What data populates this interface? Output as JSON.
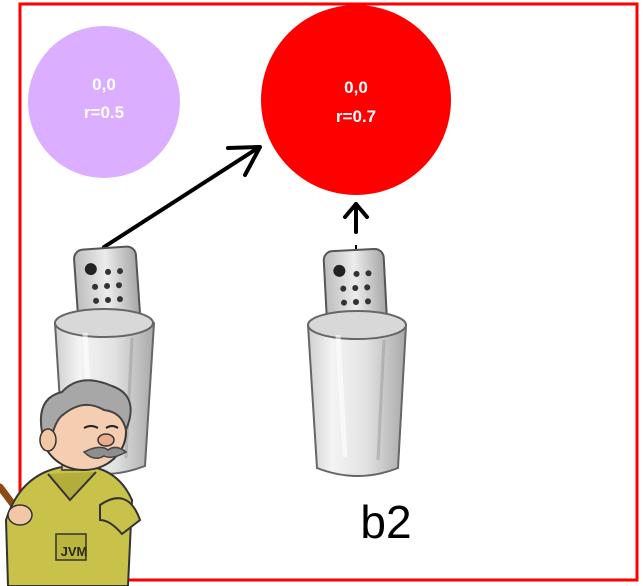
{
  "frame": {
    "border_color": "#ff0000"
  },
  "objects": [
    {
      "id": "object-a",
      "coord": "0,0",
      "radius_label": "r=0.5",
      "fill": "#dcaeff"
    },
    {
      "id": "object-b",
      "coord": "0,0",
      "radius_label": "r=0.7",
      "fill": "#ff0000"
    }
  ],
  "references": [
    {
      "id": "ref-1",
      "label": "",
      "target": "object-b"
    },
    {
      "id": "ref-2",
      "label": "b2",
      "target": "object-b"
    }
  ],
  "collector": {
    "badge": "JVM",
    "icon": "garbage-collector-man-icon"
  },
  "icons": {
    "remote": "remote-control-icon",
    "cup": "cup-icon",
    "arrow": "arrow-icon"
  }
}
